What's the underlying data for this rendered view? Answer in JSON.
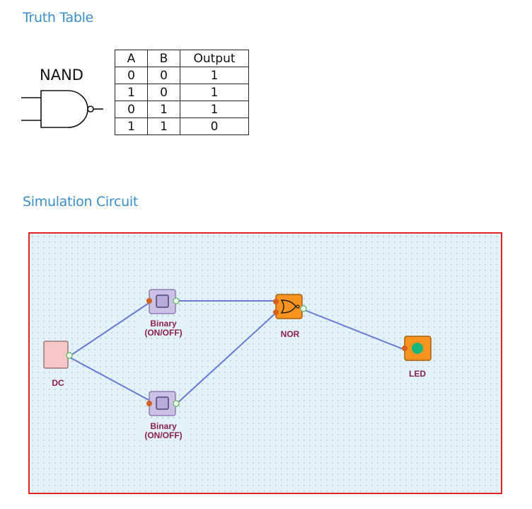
{
  "headings": {
    "truth_table": "Truth Table",
    "simulation": "Simulation Circuit"
  },
  "gate": {
    "label": "NAND"
  },
  "truth_table": {
    "headers": [
      "A",
      "B",
      "Output"
    ],
    "rows": [
      [
        "0",
        "0",
        "1"
      ],
      [
        "1",
        "0",
        "1"
      ],
      [
        "0",
        "1",
        "1"
      ],
      [
        "1",
        "1",
        "0"
      ]
    ]
  },
  "circuit": {
    "nodes": {
      "dc": {
        "label": "DC",
        "color": "#f7c6c6"
      },
      "binary_top": {
        "label_line1": "Binary",
        "label_line2": "(ON/OFF)",
        "color": "#cbc0e6"
      },
      "binary_bottom": {
        "label_line1": "Binary",
        "label_line2": "(ON/OFF)",
        "color": "#cbc0e6"
      },
      "nor": {
        "label": "NOR",
        "color": "#f7931e"
      },
      "led": {
        "label": "LED",
        "color": "#f7931e",
        "lamp_color": "#15b87a"
      }
    },
    "colors": {
      "border": "#e02525",
      "wire": "#6a78d1",
      "label_text": "#8a1f4a"
    }
  }
}
